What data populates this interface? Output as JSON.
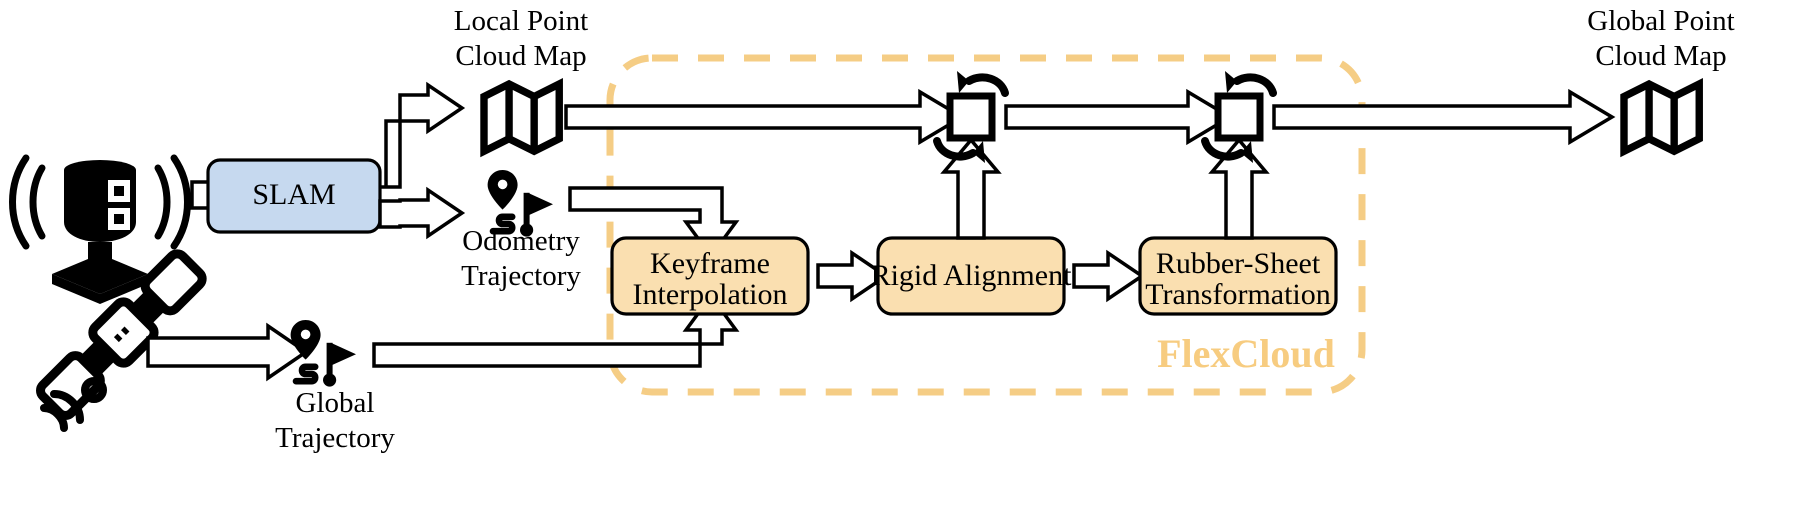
{
  "diagram": {
    "title": "FlexCloud pipeline",
    "brand_label": "FlexCloud",
    "colors": {
      "slam_box_fill": "#c6d9ef",
      "process_box_fill": "#fadfb0",
      "group_border": "#f5cd85",
      "brand_text": "#f7cc80",
      "stroke": "#000000",
      "background": "#ffffff"
    }
  },
  "inputs": [
    {
      "id": "lidar",
      "icon": "lidar-sensor-icon",
      "caption": ""
    },
    {
      "id": "gnss",
      "icon": "satellite-icon",
      "caption": ""
    }
  ],
  "nodes": {
    "slam": {
      "label": "SLAM",
      "fill": "#c6d9ef"
    },
    "keyframe_interpolation": {
      "line1": "Keyframe",
      "line2": "Interpolation",
      "fill": "#fadfb0"
    },
    "rigid_alignment": {
      "line1": "Rigid Alignment",
      "line2": "",
      "fill": "#fadfb0"
    },
    "rubber_sheet": {
      "line1": "Rubber-Sheet",
      "line2": "Transformation",
      "fill": "#fadfb0"
    }
  },
  "artifacts": {
    "local_map": {
      "line1": "Local Point",
      "line2": "Cloud Map",
      "icon": "folded-map-icon"
    },
    "odometry_trajectory": {
      "line1": "Odometry",
      "line2": "Trajectory",
      "icon": "route-trajectory-icon"
    },
    "global_trajectory": {
      "line1": "Global",
      "line2": "Trajectory",
      "icon": "route-trajectory-icon"
    },
    "global_map": {
      "line1": "Global Point",
      "line2": "Cloud Map",
      "icon": "folded-map-icon"
    }
  },
  "transform_nodes": [
    {
      "id": "transform-1",
      "icon": "rotation-transform-icon"
    },
    {
      "id": "transform-2",
      "icon": "rotation-transform-icon"
    }
  ]
}
